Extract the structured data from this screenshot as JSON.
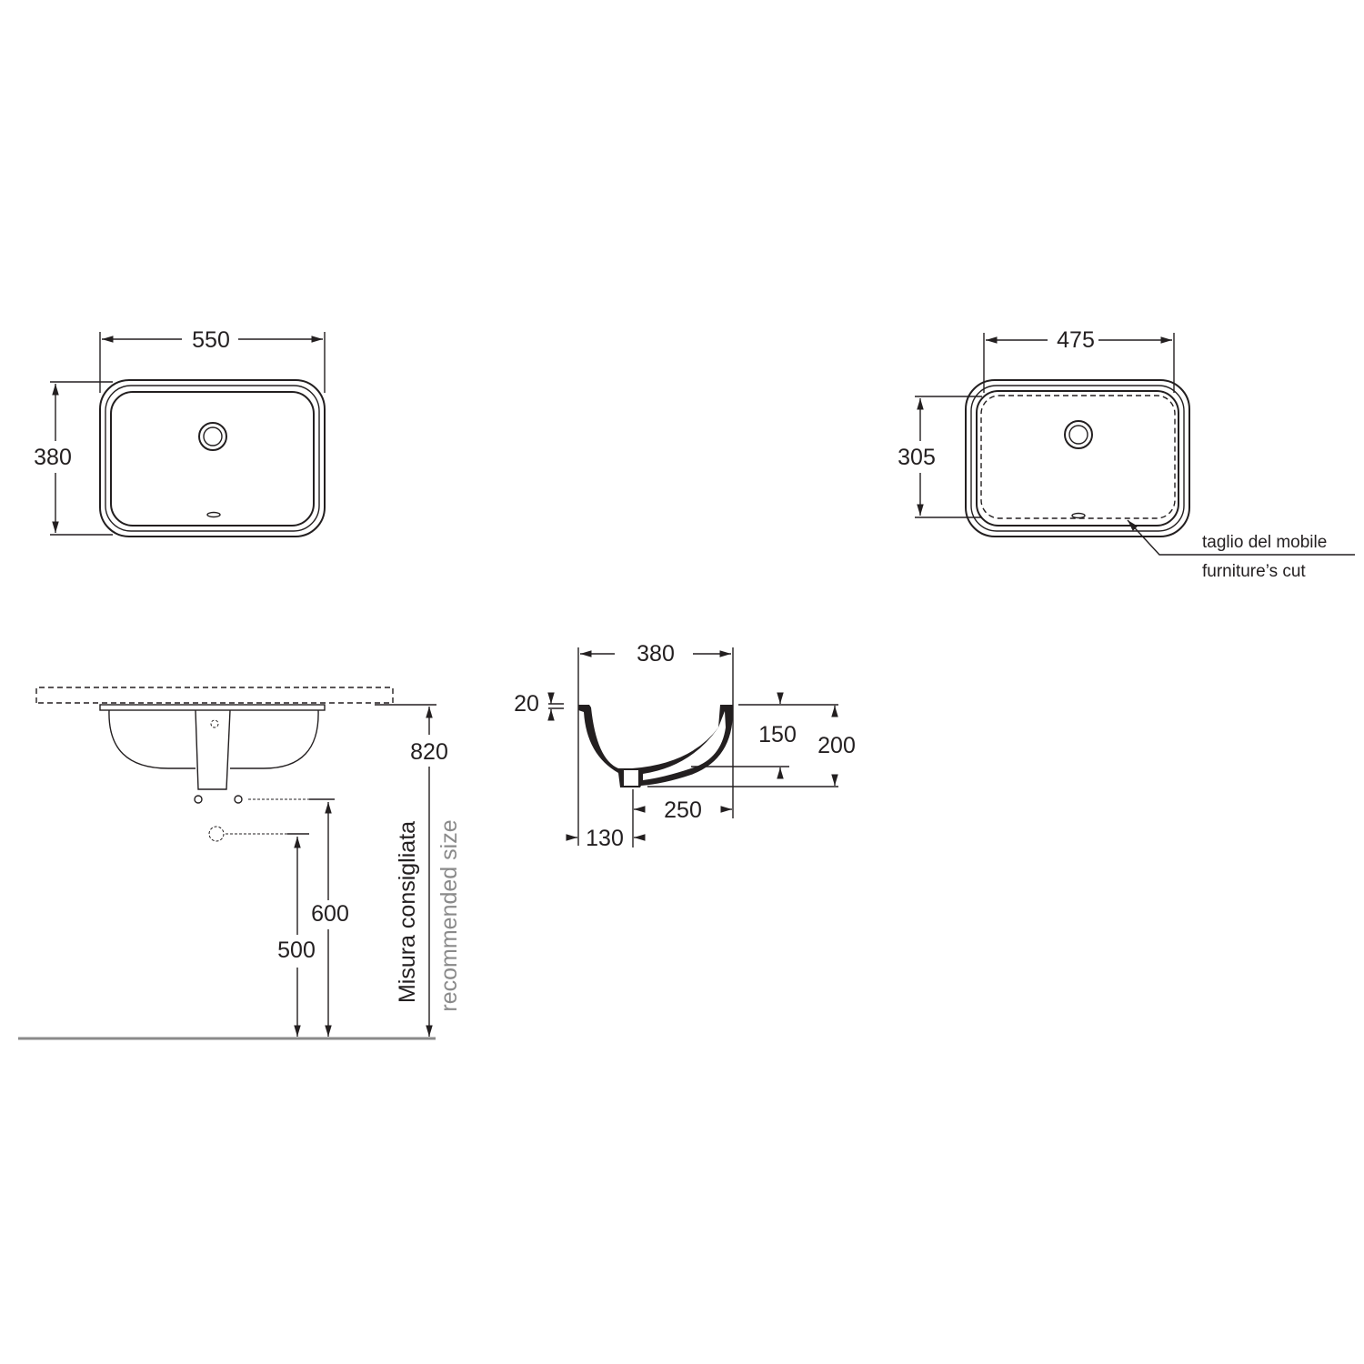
{
  "top_view": {
    "width": "550",
    "depth": "380"
  },
  "cut_view": {
    "width": "475",
    "depth": "305",
    "label_it": "taglio del mobile",
    "label_en": "furniture’s cut"
  },
  "side_view": {
    "height_recommended": "820",
    "supply_height": "600",
    "waste_height": "500",
    "label_it": "Misura consigliata",
    "label_en": "recommended size"
  },
  "section_view": {
    "width": "380",
    "rim": "20",
    "inner_depth": "150",
    "total_depth": "200",
    "drain_to_back": "250",
    "drain_from_front": "130"
  },
  "colors": {
    "line": "#231f20",
    "secondary_text": "#8a8a8a",
    "floor": "#8a8a8a"
  }
}
